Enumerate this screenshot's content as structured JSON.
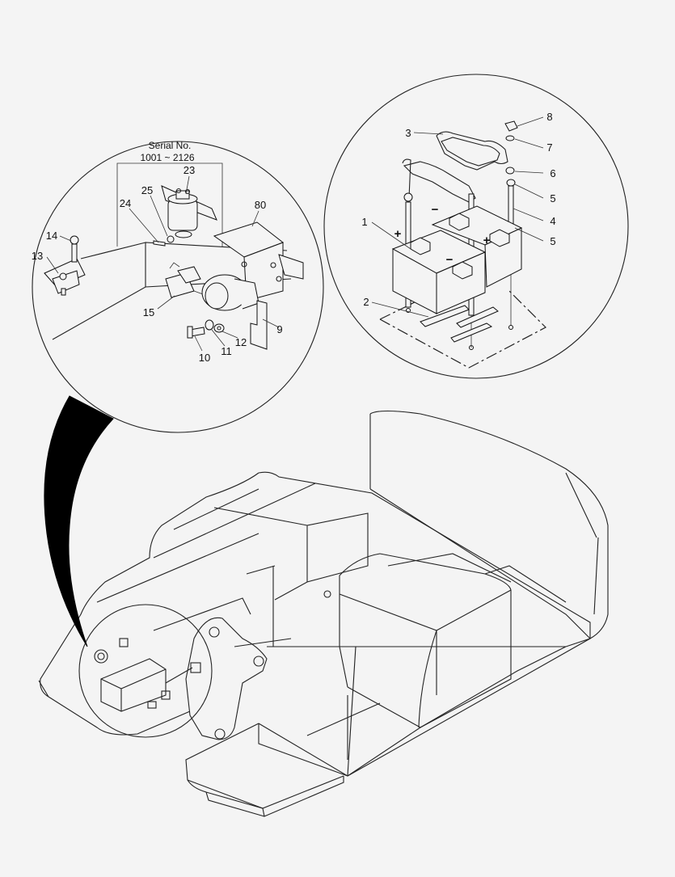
{
  "detail_left": {
    "serial_header_line1": "Serial No.",
    "serial_header_line2": "1001 ~ 2126",
    "callouts": [
      "23",
      "25",
      "24",
      "80",
      "14",
      "13",
      "15",
      "9",
      "10",
      "11",
      "12"
    ]
  },
  "detail_right": {
    "callouts": [
      "8",
      "3",
      "7",
      "6",
      "5",
      "4",
      "1",
      "5",
      "2"
    ],
    "polarity_plus": "+",
    "polarity_minus": "−"
  },
  "colors": {
    "line": "#222222",
    "leader_fill": "#000000",
    "background": "#f4f4f4"
  }
}
